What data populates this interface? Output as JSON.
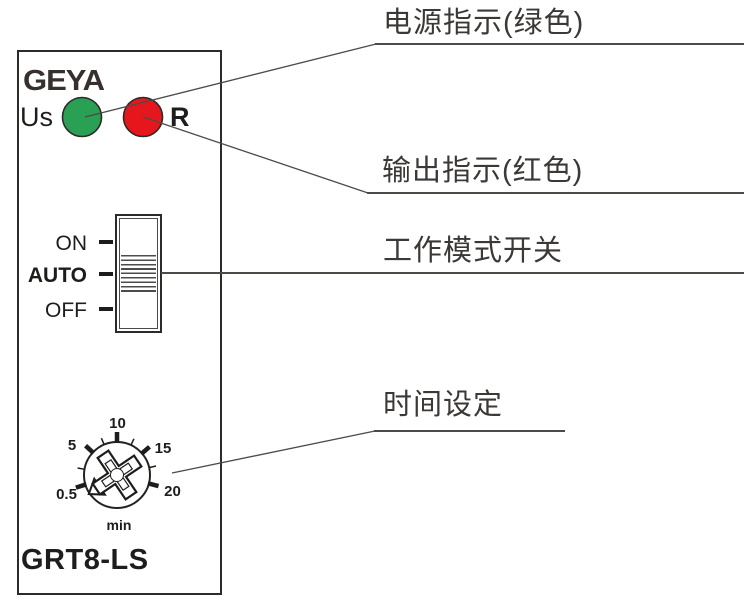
{
  "device_panel": {
    "brand_logo": "GEYA",
    "model": "GRT8-LS",
    "power_led": {
      "label": "Us",
      "color": "#2aa054"
    },
    "output_led": {
      "label": "R",
      "color": "#e5171d"
    },
    "mode_switch": {
      "positions": [
        {
          "label": "ON"
        },
        {
          "label": "AUTO"
        },
        {
          "label": "OFF"
        }
      ],
      "selected": "AUTO"
    },
    "time_dial": {
      "scale": [
        {
          "label": "0.5"
        },
        {
          "label": "5"
        },
        {
          "label": "10"
        },
        {
          "label": "15"
        },
        {
          "label": "20"
        }
      ],
      "unit": "min"
    }
  },
  "callouts": [
    {
      "label": "电源指示(绿色)"
    },
    {
      "label": "输出指示(红色)"
    },
    {
      "label": "工作模式开关"
    },
    {
      "label": "时间设定"
    }
  ],
  "line_color": "#4d4a48"
}
